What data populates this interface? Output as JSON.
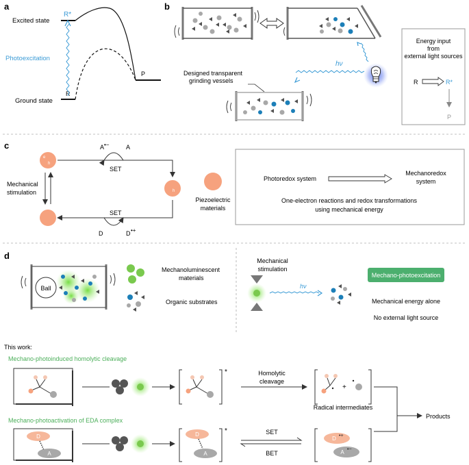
{
  "panels": {
    "a": {
      "letter": "a",
      "excited_state": "Excited state",
      "ground_state": "Ground state",
      "photoexcitation": "Photoexcitation",
      "r_star": "R*",
      "r": "R",
      "p": "P"
    },
    "b": {
      "letter": "b",
      "hv": "hν",
      "vessel_label_1": "Designed transparent",
      "vessel_label_2": "grinding vessels",
      "energy_1": "Energy input",
      "energy_2": "from",
      "energy_3": "external light sources",
      "r": "R",
      "r_star": "R*",
      "p": "P"
    },
    "c": {
      "letter": "c",
      "a_minus": "A",
      "a": "A",
      "set_top": "SET",
      "set_bottom": "SET",
      "d": "D",
      "d_plus": "D",
      "mech_1": "Mechanical",
      "mech_2": "stimulation",
      "piezo_1": "Piezoelectric",
      "piezo_2": "materials",
      "photoredox": "Photoredox system",
      "mechanoredox_1": "Mechanoredox",
      "mechanoredox_2": "system",
      "one_e_1": "One-electron reactions and redox transformations",
      "one_e_2": "using mechanical energy"
    },
    "d": {
      "letter": "d",
      "ball": "Ball",
      "mechanolum_1": "Mechanoluminescent",
      "mechanolum_2": "materials",
      "organic": "Organic substrates",
      "mech_1": "Mechanical",
      "mech_2": "stimulation",
      "hv": "hν",
      "badge": "Mechano-photoexcitation",
      "mech_alone": "Mechanical energy alone",
      "no_light": "No external light source",
      "this_work": "This work:",
      "homolytic_title": "Mechano-photoinduced homolytic cleavage",
      "homolytic_1": "Homolytic",
      "homolytic_2": "cleavage",
      "radical": "Radical intermediates",
      "plus": "+",
      "products": "Products",
      "eda_title": "Mechano-photoactivation of EDA complex",
      "set": "SET",
      "bet": "BET",
      "d_label": "D",
      "a_label": "A",
      "star": "*"
    }
  },
  "colors": {
    "accent_blue": "#3b9bd6",
    "green_title": "#4caf5a",
    "badge_bg": "#4caf6e",
    "salmon": "#f6a27e",
    "grey_particle": "#a8a8a8",
    "dark_particle": "#505050",
    "blue_particle": "#1c7fb8"
  }
}
